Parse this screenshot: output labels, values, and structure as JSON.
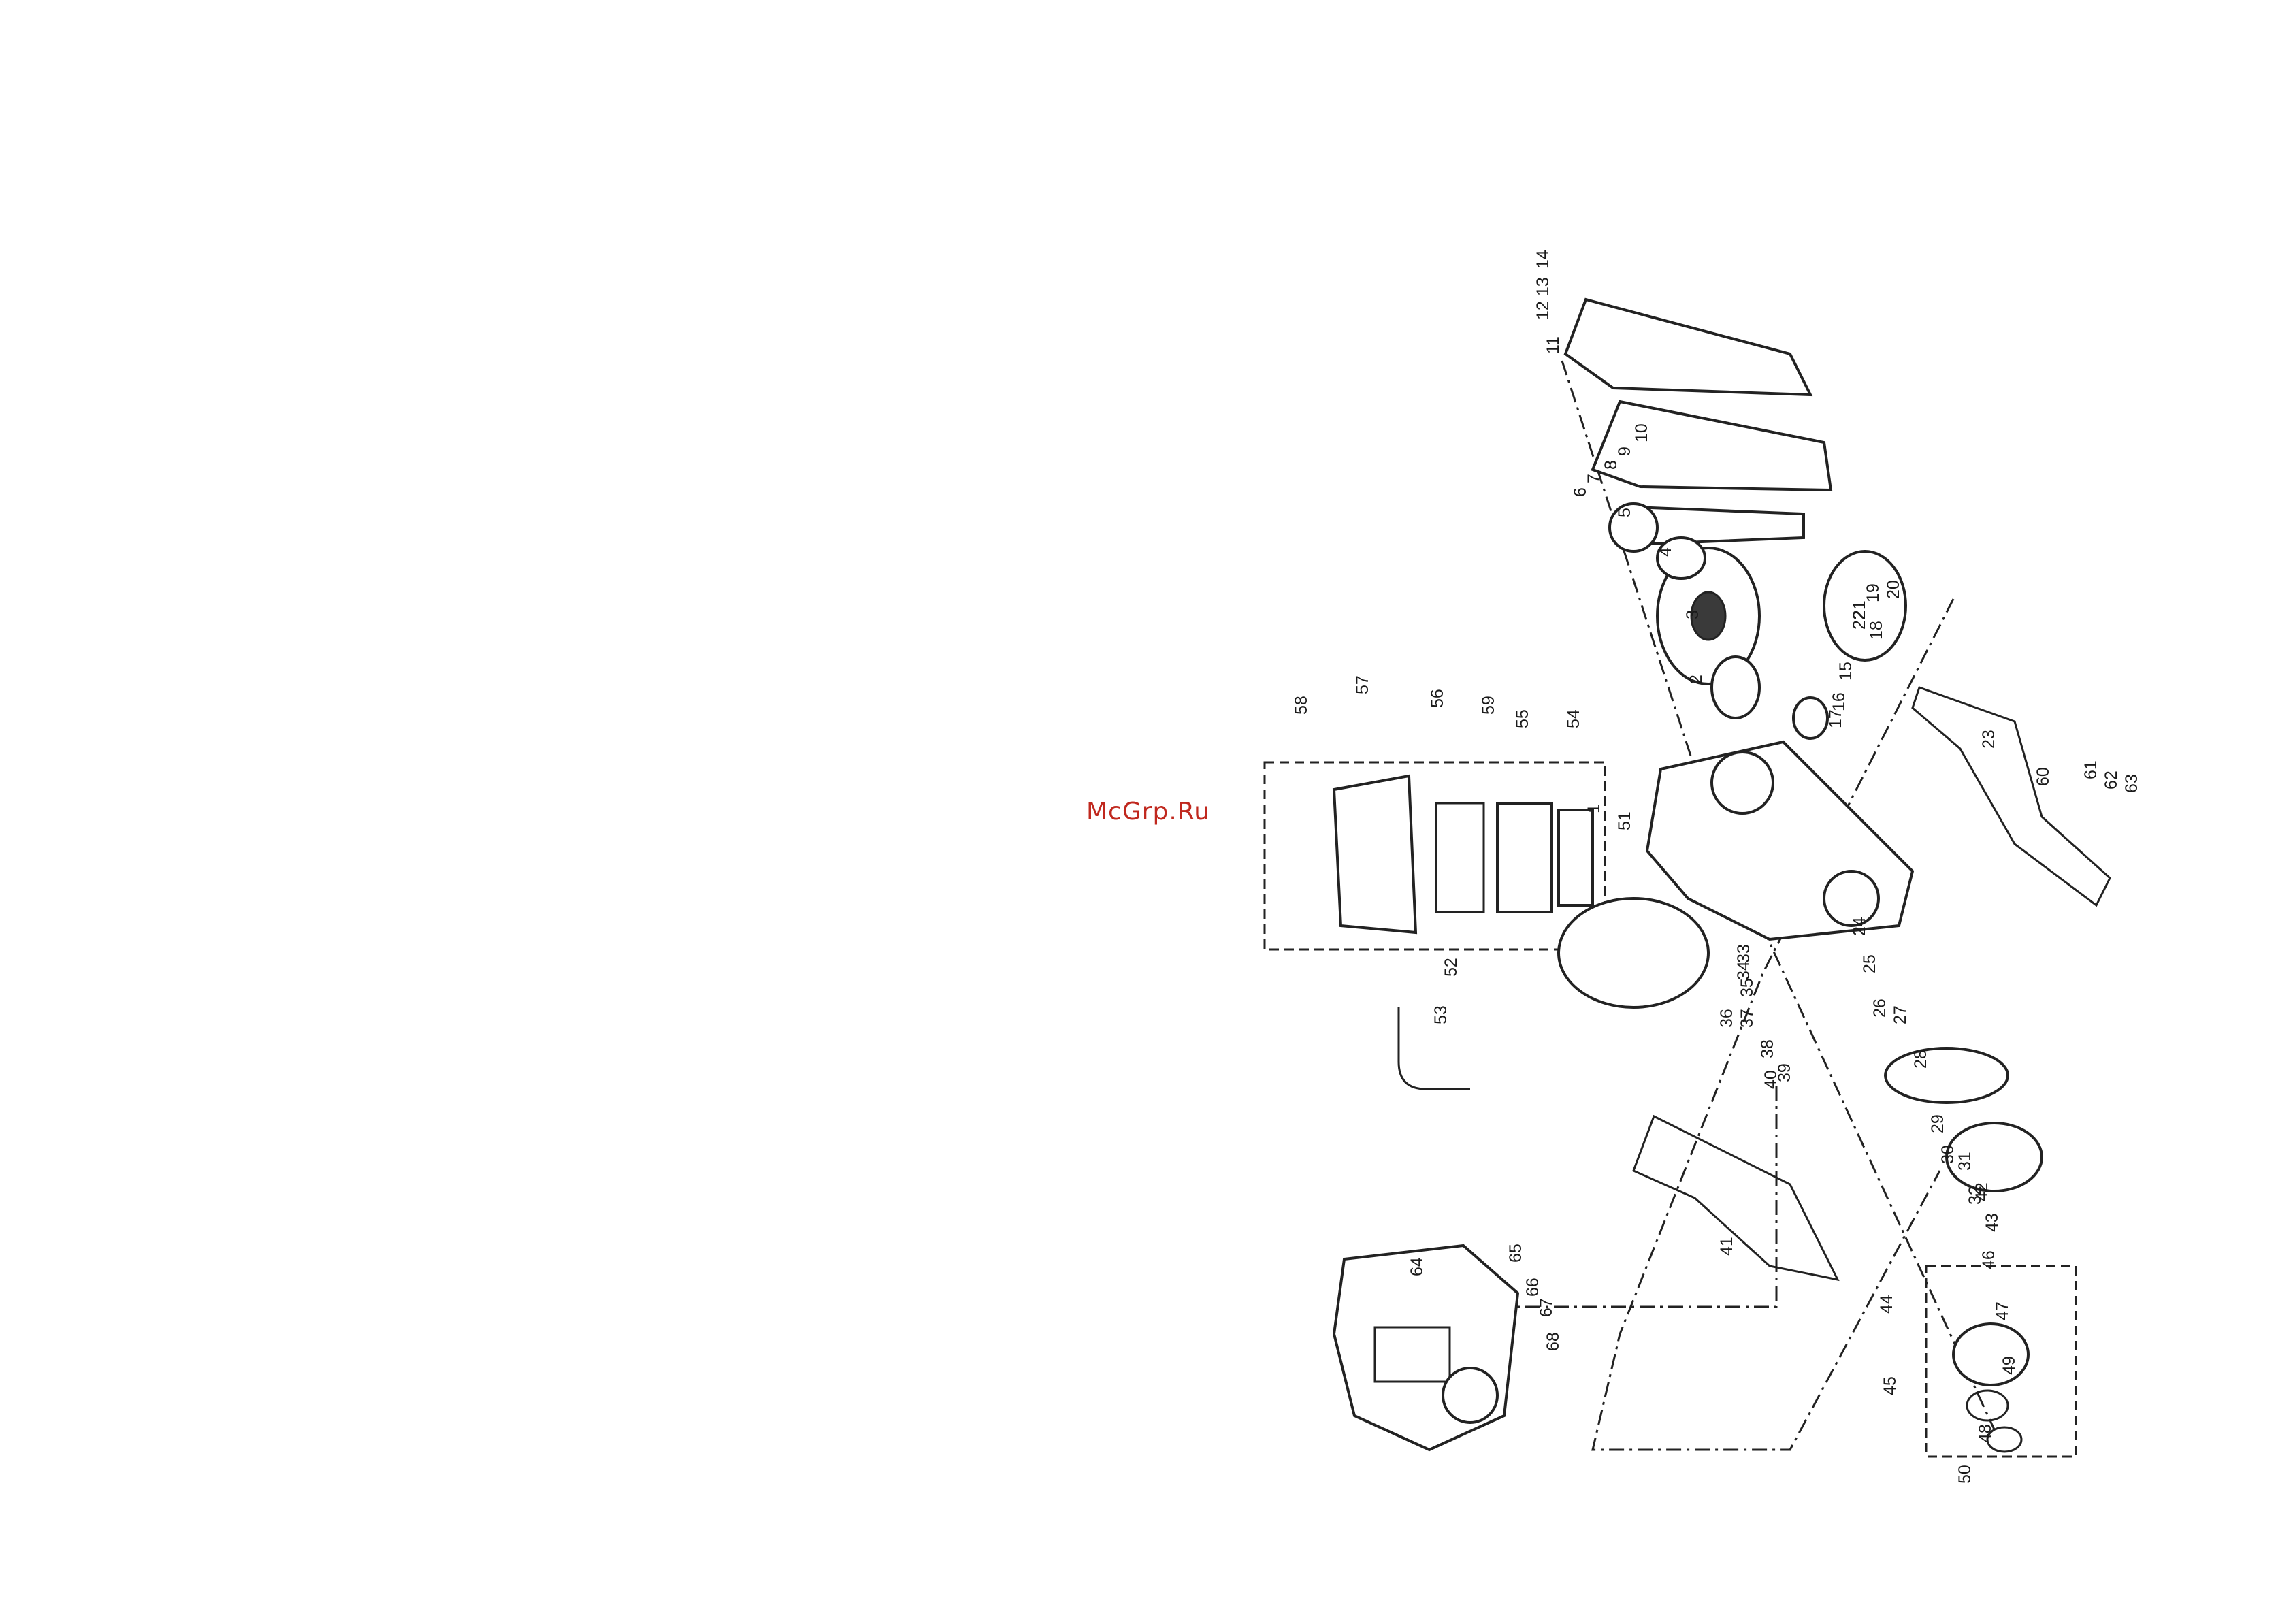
{
  "watermark": {
    "text": "McGrp.Ru",
    "color": "#c0281e"
  },
  "diagram": {
    "kind": "exploded-parts-view",
    "part_numbers": [
      "1",
      "2",
      "3",
      "4",
      "5",
      "6",
      "7",
      "8",
      "9",
      "10",
      "11",
      "12",
      "13",
      "14",
      "15",
      "16",
      "17",
      "18",
      "19",
      "20",
      "21",
      "22",
      "23",
      "24",
      "25",
      "26",
      "27",
      "28",
      "29",
      "30",
      "31",
      "32",
      "33",
      "34",
      "35",
      "36",
      "37",
      "38",
      "39",
      "40",
      "41",
      "42",
      "43",
      "44",
      "45",
      "46",
      "47",
      "48",
      "49",
      "50",
      "51",
      "52",
      "53",
      "54",
      "55",
      "56",
      "57",
      "58",
      "59",
      "60",
      "61",
      "62",
      "63",
      "64",
      "65",
      "66",
      "67",
      "68"
    ]
  }
}
